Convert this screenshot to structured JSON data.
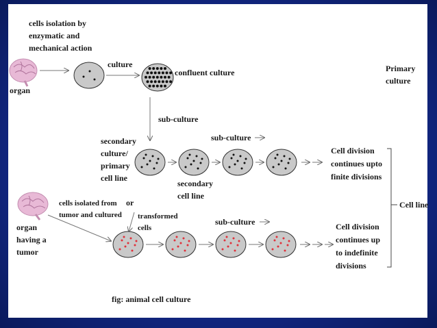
{
  "colors": {
    "frame": "#13298a",
    "panel": "#ffffff",
    "cell": "#c9c9c9",
    "dot_normal": "#111111",
    "dot_tumor": "#e0303a",
    "brain": "#e8b9d6"
  },
  "labels": {
    "isolation": [
      "cells isolation by",
      "enzymatic and",
      "mechanical action"
    ],
    "organ": "organ",
    "culture": "culture",
    "confluent": "confluent culture",
    "primary": [
      "Primary",
      "culture"
    ],
    "subculture_down": "sub-culture",
    "secondary_left": [
      "secondary",
      "culture/",
      "primary",
      "cell line"
    ],
    "subculture_mid": "sub-culture",
    "secondary_line": [
      "secondary",
      "cell line"
    ],
    "finite": [
      "Cell division",
      "continues upto",
      "finite divisions"
    ],
    "cell_line": "Cell line",
    "tumor_organ": [
      "organ",
      "having a",
      "tumor"
    ],
    "isolated_tumor": [
      "cells isolated from",
      "tumor and cultured"
    ],
    "or": "or",
    "transformed": [
      "transformed",
      "cells"
    ],
    "subculture_bottom": "sub-culture",
    "indefinite": [
      "Cell division",
      "continues up",
      "to indefinite",
      "divisions"
    ],
    "caption": "fig: animal cell culture"
  },
  "icons": [
    "brain-icon",
    "arrow-right-icon",
    "arrow-down-icon",
    "bracket-icon"
  ]
}
